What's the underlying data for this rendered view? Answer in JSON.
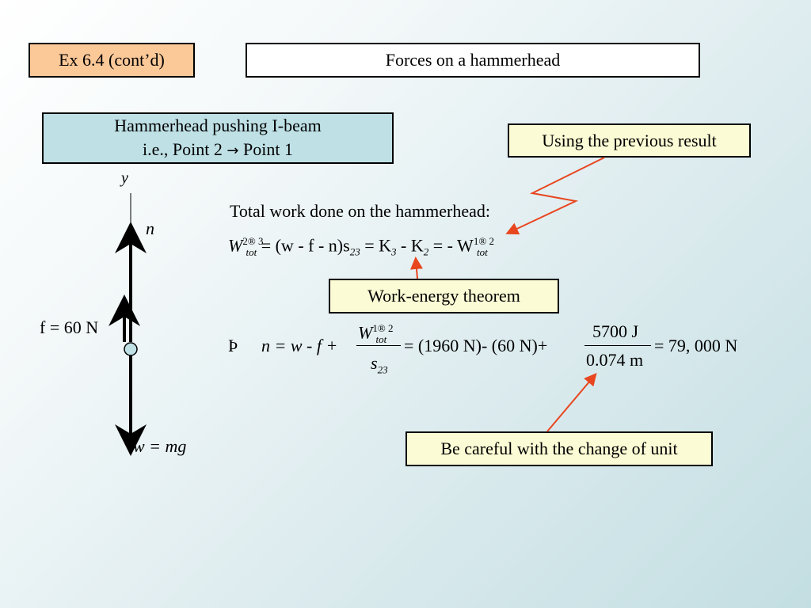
{
  "header": {
    "example_label": "Ex 6.4 (cont’d)",
    "title": "Forces on a hammerhead"
  },
  "context_box": {
    "line1": "Hammerhead pushing I-beam",
    "line2_prefix": "i.e., Point 2",
    "arrow_glyph": "→",
    "line2_suffix": "Point 1"
  },
  "callouts": {
    "previous_result": "Using the previous result",
    "work_energy": "Work-energy theorem",
    "unit_change": "Be careful with the change of unit"
  },
  "diagram": {
    "axis_label": "y",
    "normal_label": "n",
    "friction_label": "f = 60 N",
    "weight_label": "w = mg"
  },
  "equations": {
    "intro": "Total work done on the hammerhead:",
    "work_lhs": "W",
    "work_lhs_sub": "tot",
    "work_lhs_sup": "2® 3",
    "work_mid": " = (w -  f -  n)s",
    "work_mid_sub": "23",
    "work_energy": " = K",
    "k3_sub": "3",
    "work_minus_k": " -  K",
    "k2_sub": "2",
    "work_rhs_prefix": " = - W",
    "work_rhs_sub": "tot",
    "work_rhs_sup": "1® 2",
    "implies_glyph": "Þ",
    "n_expr": "n = w -  f +",
    "frac1_num": "W",
    "frac1_num_sub": "tot",
    "frac1_num_sup": "1® 2",
    "frac1_den": "s",
    "frac1_den_sub": "23",
    "numeric_part": "= (1960 N)-  (60 N)+",
    "frac2_num": "5700 J",
    "frac2_den": "0.074 m",
    "result": "=  79, 000 N"
  },
  "colors": {
    "arrow_red": "#e8461f",
    "example_fill": "#fbc898",
    "context_fill": "#bfe1e6",
    "callout_fill": "#fbfbd5"
  }
}
